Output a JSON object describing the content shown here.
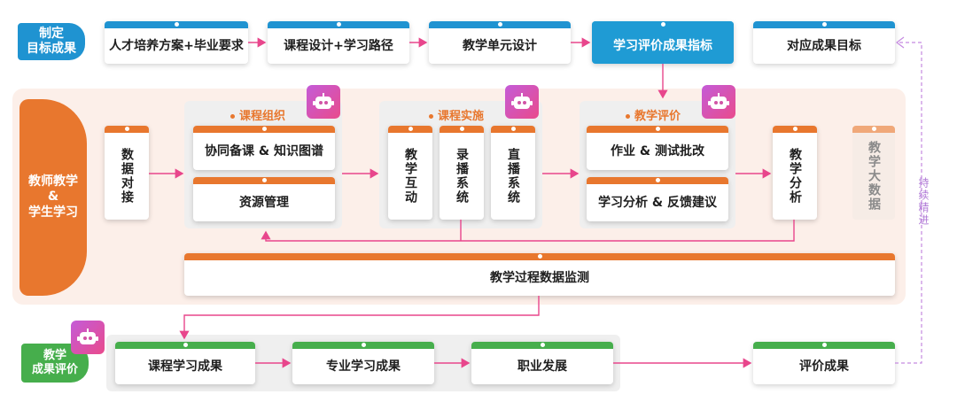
{
  "sections": {
    "plan_label": "制定\n目标成果",
    "teach_label": "教师教学\n&\n学生学习",
    "eval_label": "教学\n成果评价"
  },
  "top_row": [
    "人才培养方案+毕业要求",
    "课程设计+学习路径",
    "教学单元设计",
    "学习评价成果指标",
    "对应成果目标"
  ],
  "middle": {
    "data_dock": "数据对接",
    "group_org": {
      "title": "课程组织",
      "items": [
        "协同备课 & 知识图谱",
        "资源管理"
      ]
    },
    "group_impl": {
      "title": "课程实施",
      "items": [
        "教学互动",
        "录播系统",
        "直播系统"
      ]
    },
    "group_eval": {
      "title": "教学评价",
      "items": [
        "作业 & 测试批改",
        "学习分析 & 反馈建议"
      ]
    },
    "teach_analysis": "教学分析",
    "big_data": "教学大数据",
    "monitor": "教学过程数据监测"
  },
  "bottom_row": [
    "课程学习成果",
    "专业学习成果",
    "职业发展",
    "评价成果"
  ],
  "continuous_label": "持续精进",
  "colors": {
    "blue": "#1f93d1",
    "orange": "#e8772e",
    "green": "#46ae4c",
    "arrow": "#e8468c"
  },
  "icons": [
    "robot-icon"
  ]
}
